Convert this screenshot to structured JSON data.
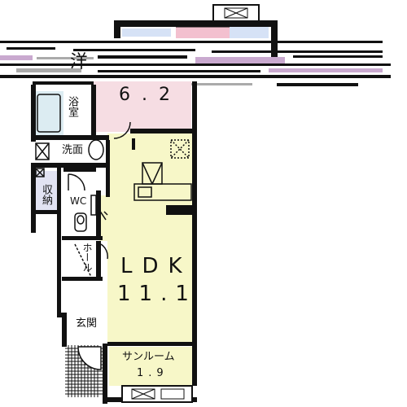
{
  "colors": {
    "wall": "#111111",
    "ldk_floor": "#f7f7c8",
    "bedroom_floor": "#f6dde3",
    "bath_floor": "#dcecf2",
    "wet_floor": "#ffffff",
    "storage_floor": "#e2e3f3",
    "sunroom_floor": "#f7f7c8",
    "porch_tile": "#111111",
    "balcony_pink": "#f3c0cf",
    "balcony_blue": "#d6e2f6",
    "corrupt_purple": "#c9a9cf",
    "corrupt_gray": "#aaaaaa"
  },
  "rooms": {
    "bedroom": {
      "label": "6.2",
      "header_char": "洋"
    },
    "bath": {
      "label": "浴室"
    },
    "washroom": {
      "label": "洗面"
    },
    "storage": {
      "label": "収納"
    },
    "wc": {
      "label": "WC"
    },
    "hall": {
      "label": "ホール"
    },
    "ldk": {
      "label": "LDK",
      "size": "11.1"
    },
    "entrance": {
      "label": "玄関"
    },
    "sunroom": {
      "label": "サンルーム",
      "size": "1.9"
    }
  }
}
